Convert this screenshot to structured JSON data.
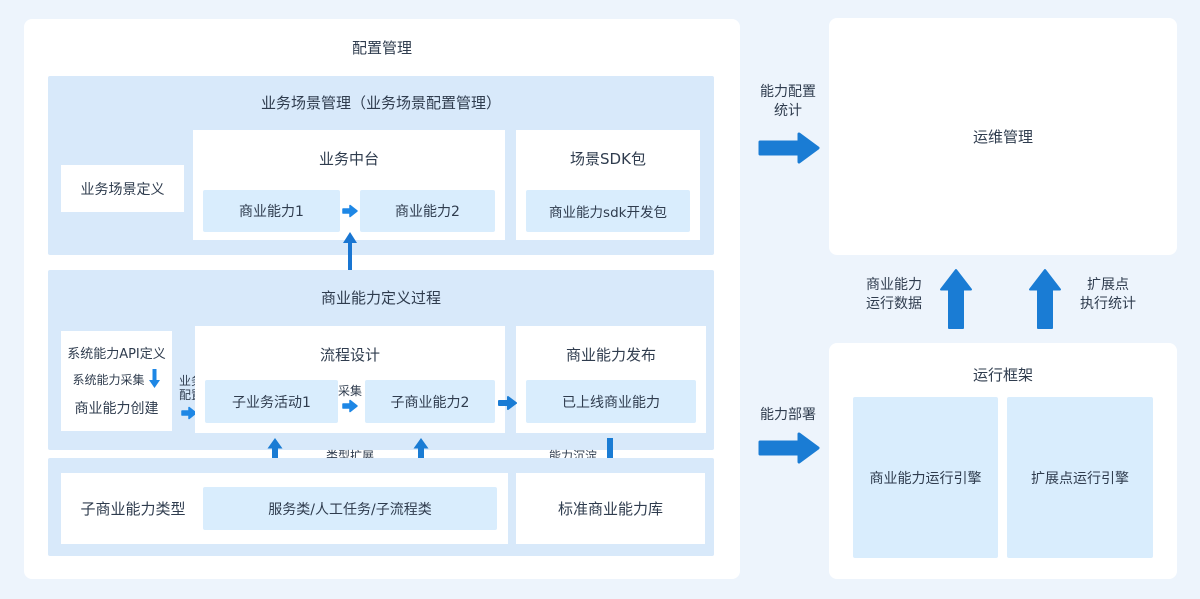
{
  "config": {
    "title": "配置管理",
    "scene": {
      "title": "业务场景管理（业务场景配置管理）",
      "scene_def": "业务场景定义",
      "platform_title": "业务中台",
      "cap1": "商业能力1",
      "cap2": "商业能力2",
      "sdk_title": "场景SDK包",
      "sdk_item": "商业能力sdk开发包"
    },
    "definition": {
      "title": "商业能力定义过程",
      "api_def": "系统能力API定义",
      "sys_collect": "系统能力采集",
      "create": "商业能力创建",
      "biz": "业务",
      "cfg": "配置",
      "flow_title": "流程设计",
      "sub_activity": "子业务活动1",
      "collect": "采集",
      "sub_cap": "子商业能力2",
      "publish_title": "商业能力发布",
      "online": "已上线商业能力"
    },
    "types": {
      "type_title": "子商业能力类型",
      "type_items": "服务类/人工任务/子流程类",
      "library": "标准商业能力库"
    },
    "flow_labels": {
      "type_extend": "类型扩展",
      "deposit": "能力沉淀"
    }
  },
  "right": {
    "config_stat_line1": "能力配置",
    "config_stat_line2": "统计",
    "ops_title": "运维管理",
    "run_data_line1": "商业能力",
    "run_data_line2": "运行数据",
    "ext_stat_line1": "扩展点",
    "ext_stat_line2": "执行统计",
    "deploy": "能力部署",
    "runtime_title": "运行框架",
    "engine1": "商业能力运行引擎",
    "engine2": "扩展点运行引擎"
  },
  "colors": {
    "background": "#edf4fc",
    "panel_blue": "#d8e9fa",
    "chip_blue": "#d9edfd",
    "accent_blue": "#1a7cd4",
    "small_arrow_blue": "#1e87e5",
    "connector_blue": "#1976d2",
    "text": "#2f3c4e"
  }
}
